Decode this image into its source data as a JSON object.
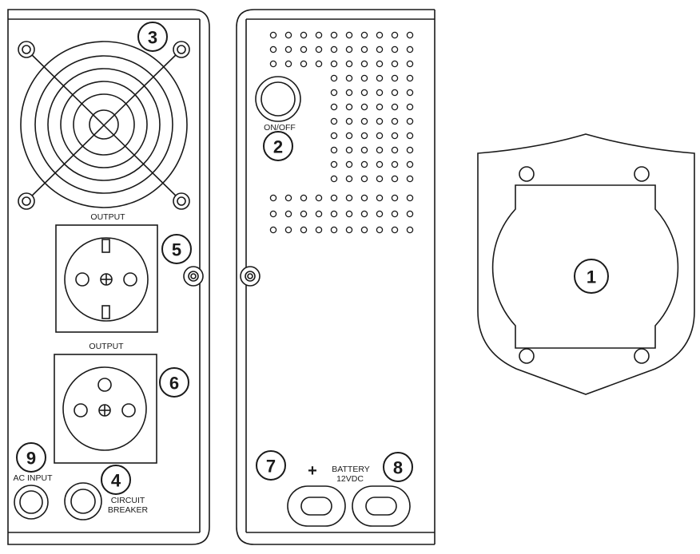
{
  "labels": {
    "output_top": "OUTPUT",
    "output_bottom": "OUTPUT",
    "on_off": "ON/OFF",
    "ac_input": "AC INPUT",
    "circuit_breaker_line1": "CIRCUIT",
    "circuit_breaker_line2": "BREAKER",
    "battery_line1": "BATTERY",
    "battery_line2": "12VDC",
    "plus": "+",
    "minus": "-"
  },
  "callouts": {
    "c1": "1",
    "c2": "2",
    "c3": "3",
    "c4": "4",
    "c5": "5",
    "c6": "6",
    "c7": "7",
    "c8": "8",
    "c9": "9"
  },
  "colors": {
    "line": "#1a1a1a",
    "background": "#ffffff"
  }
}
